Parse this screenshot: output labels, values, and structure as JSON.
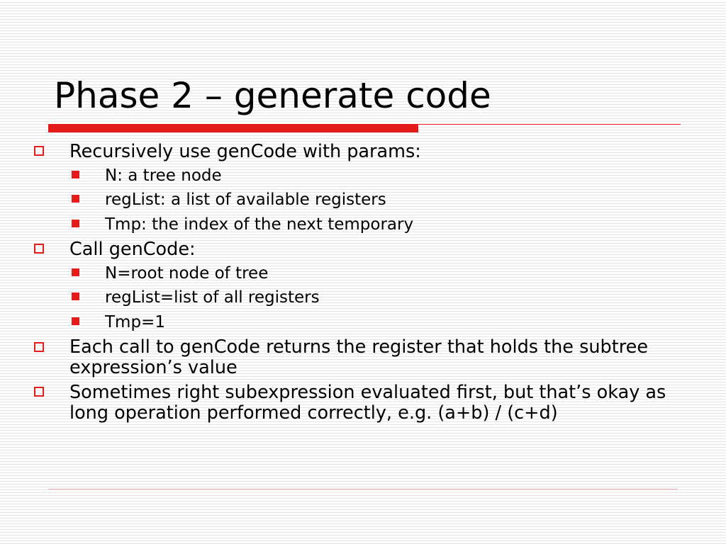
{
  "slide": {
    "title": "Phase 2 – generate code",
    "bullets": [
      {
        "text": "Recursively use genCode with params:",
        "sub": [
          "N: a tree node",
          "regList: a list of available registers",
          "Tmp: the index of the next temporary"
        ]
      },
      {
        "text": "Call genCode:",
        "sub": [
          "N=root node of tree",
          "regList=list of all registers",
          "Tmp=1"
        ]
      },
      {
        "text": "Each call to genCode returns the register that holds the subtree expression’s value",
        "sub": []
      },
      {
        "text": "Sometimes right subexpression evaluated first, but that’s okay as long operation performed correctly, e.g. (a+b) / (c+d)",
        "sub": []
      }
    ]
  },
  "colors": {
    "accent": "#e31b1b"
  },
  "icons": {
    "level1_marker": "hollow-square-bullet-icon",
    "level2_marker": "filled-square-bullet-icon"
  }
}
